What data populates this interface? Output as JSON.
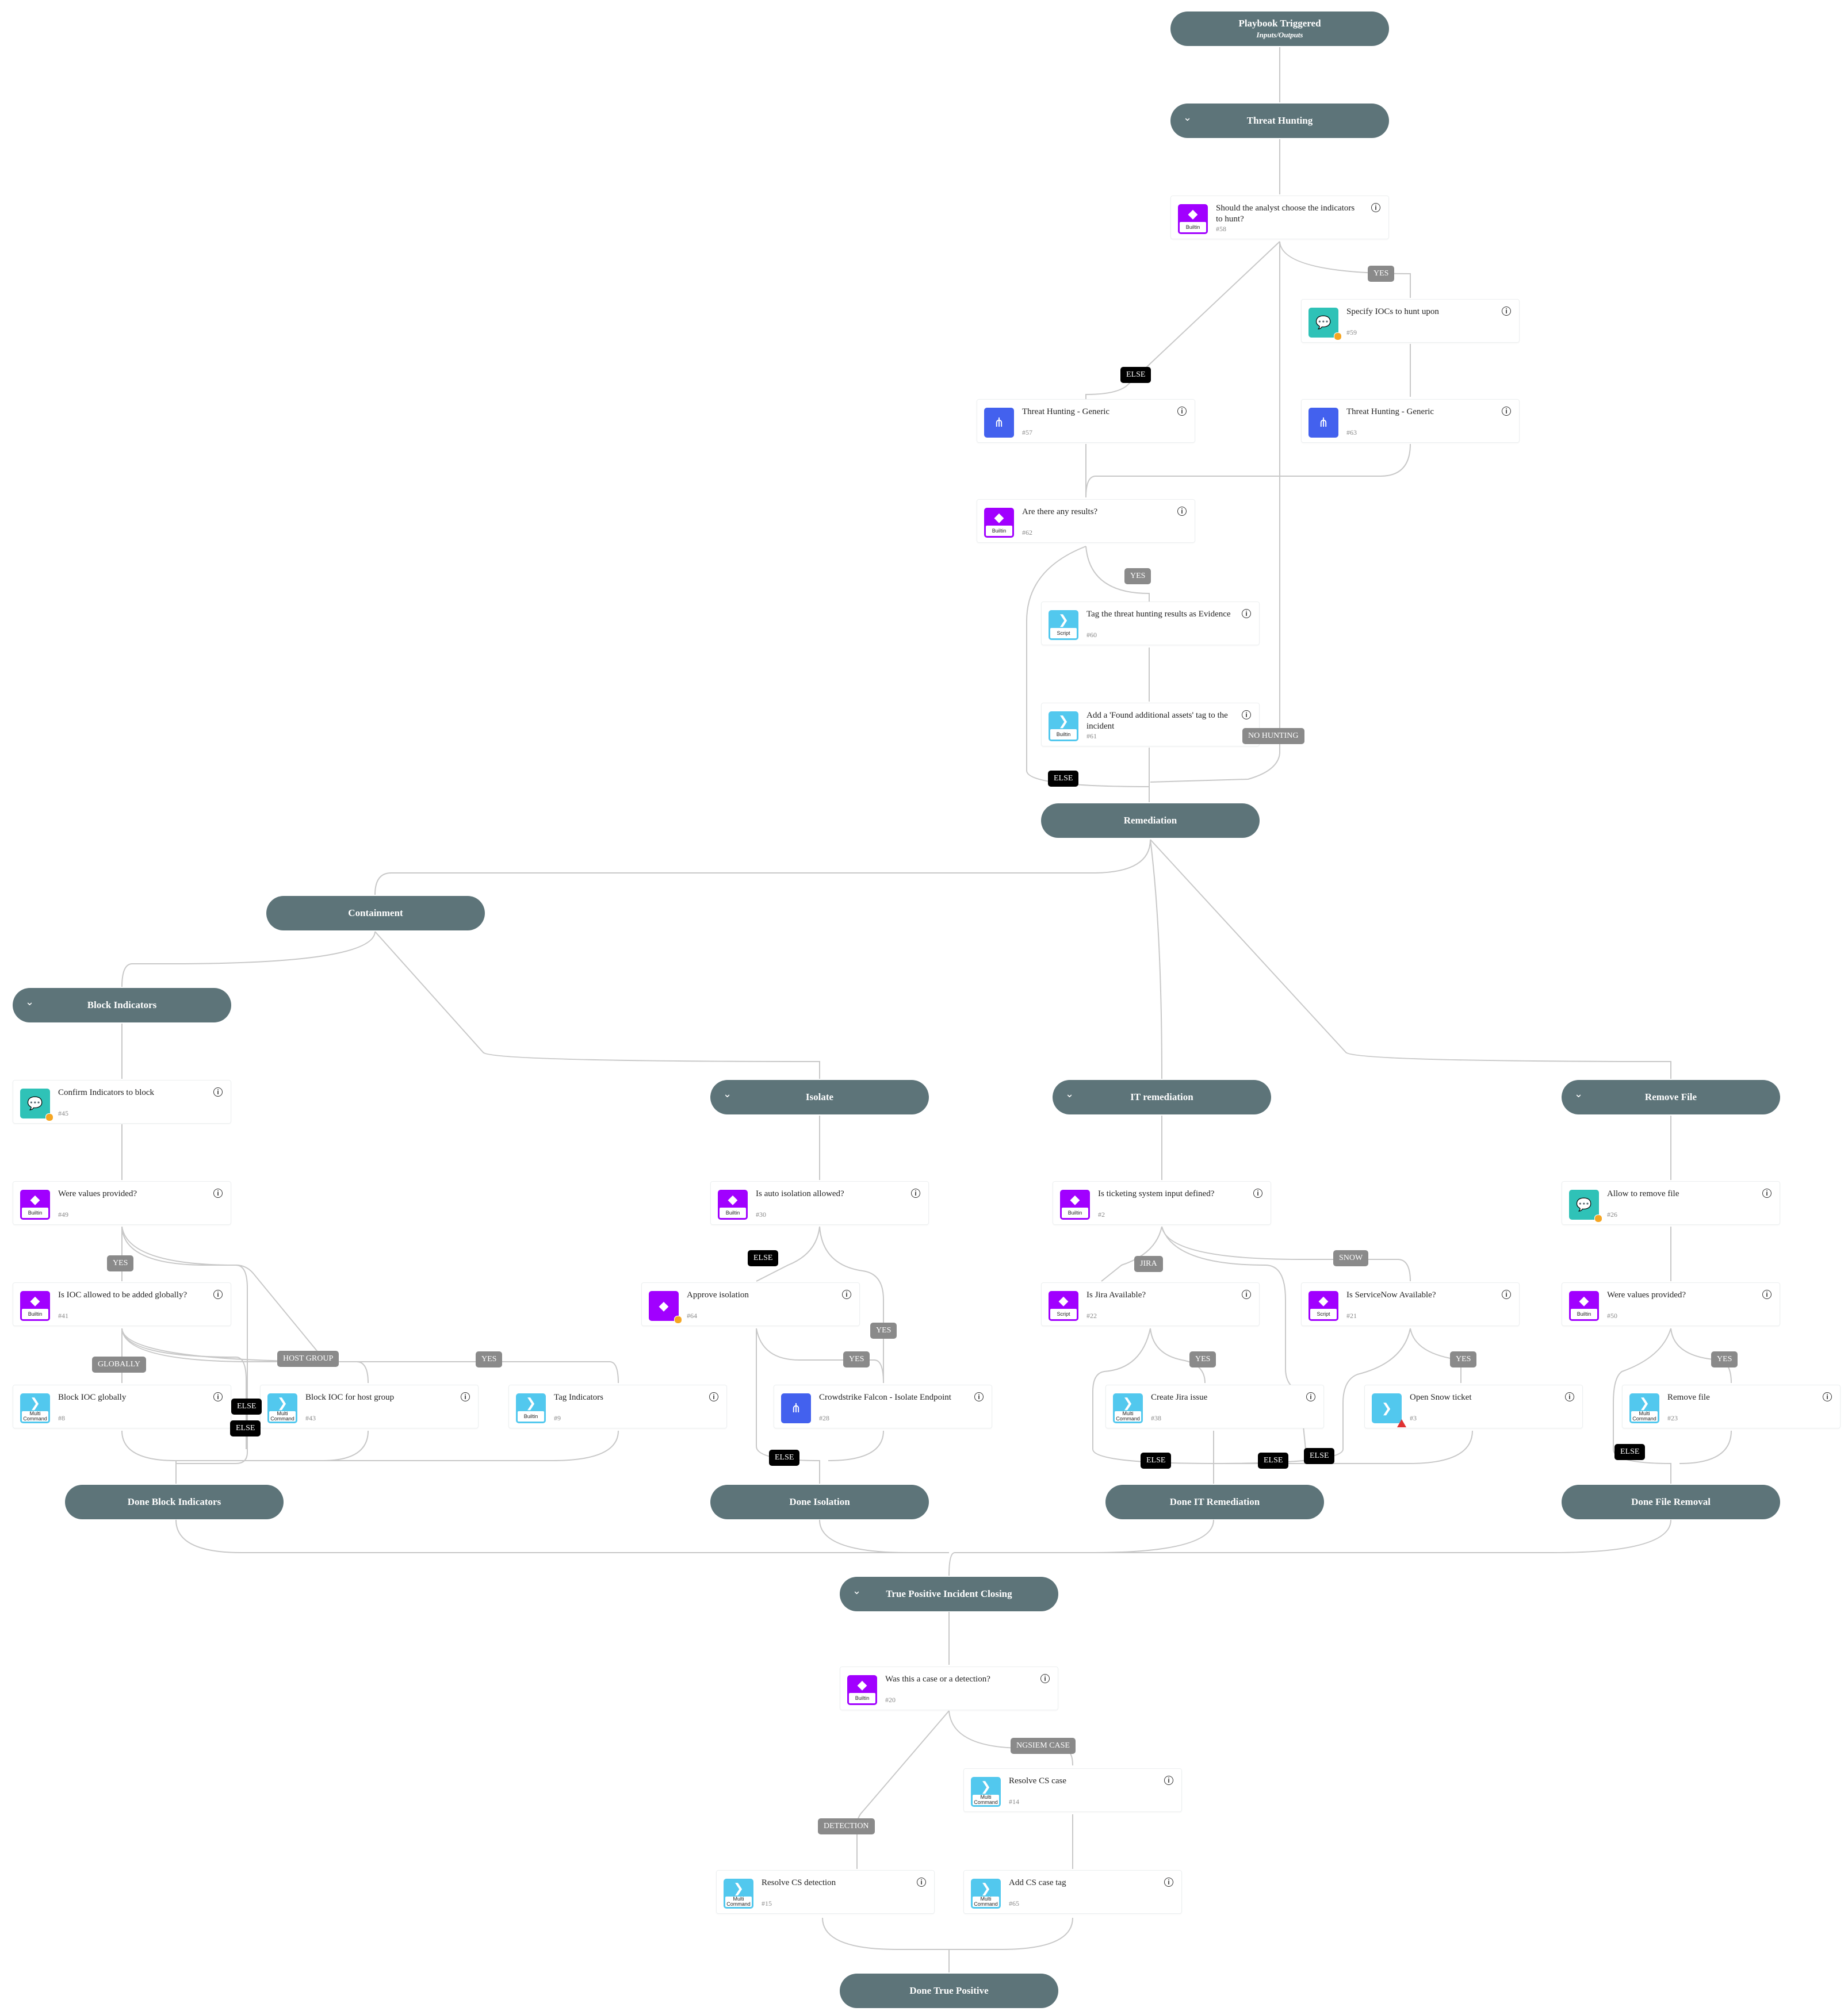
{
  "pills": {
    "start": {
      "title": "Playbook Triggered",
      "sub": "Inputs/Outputs"
    },
    "threat_hunting": "Threat Hunting",
    "remediation": "Remediation",
    "containment": "Containment",
    "block_indicators": "Block Indicators",
    "isolate": "Isolate",
    "it_remediation": "IT remediation",
    "remove_file": "Remove File",
    "done_block": "Done Block Indicators",
    "done_isolation": "Done Isolation",
    "done_it": "Done IT Remediation",
    "done_file": "Done File Removal",
    "tp_closing": "True Positive Incident Closing",
    "done_tp": "Done True Positive"
  },
  "chevron": "⌄",
  "info_glyph": "i",
  "icon_tags": {
    "builtin": "Builtin",
    "script": "Script",
    "multi": "Multi Command"
  },
  "tasks": {
    "t58": {
      "name": "Should the analyst choose the indicators to hunt?",
      "id": "#58"
    },
    "t59": {
      "name": "Specify IOCs to hunt upon",
      "id": "#59"
    },
    "t57": {
      "name": "Threat Hunting - Generic",
      "id": "#57"
    },
    "t63": {
      "name": "Threat Hunting - Generic",
      "id": "#63"
    },
    "t62": {
      "name": "Are there any results?",
      "id": "#62"
    },
    "t60": {
      "name": "Tag the threat hunting results as Evidence",
      "id": "#60"
    },
    "t61": {
      "name": "Add a 'Found additional assets' tag to the incident",
      "id": "#61"
    },
    "t45": {
      "name": "Confirm Indicators to block",
      "id": "#45"
    },
    "t49": {
      "name": "Were values provided?",
      "id": "#49"
    },
    "t41": {
      "name": "Is IOC allowed to be added globally?",
      "id": "#41"
    },
    "t8": {
      "name": "Block IOC globally",
      "id": "#8"
    },
    "t43": {
      "name": "Block IOC for host group",
      "id": "#43"
    },
    "t9": {
      "name": "Tag Indicators",
      "id": "#9"
    },
    "t30": {
      "name": "Is auto isolation allowed?",
      "id": "#30"
    },
    "t64": {
      "name": "Approve isolation",
      "id": "#64"
    },
    "t28": {
      "name": "Crowdstrike Falcon - Isolate Endpoint",
      "id": "#28"
    },
    "t2": {
      "name": "Is ticketing system input defined?",
      "id": "#2"
    },
    "t22": {
      "name": "Is Jira Available?",
      "id": "#22"
    },
    "t21": {
      "name": "Is ServiceNow Available?",
      "id": "#21"
    },
    "t38": {
      "name": "Create Jira issue",
      "id": "#38"
    },
    "t3": {
      "name": "Open Snow ticket",
      "id": "#3"
    },
    "t26": {
      "name": "Allow to remove file",
      "id": "#26"
    },
    "t50": {
      "name": "Were values provided?",
      "id": "#50"
    },
    "t23": {
      "name": "Remove file",
      "id": "#23"
    },
    "t20": {
      "name": "Was this a case or a detection?",
      "id": "#20"
    },
    "t14": {
      "name": "Resolve CS case",
      "id": "#14"
    },
    "t15": {
      "name": "Resolve CS detection",
      "id": "#15"
    },
    "t65": {
      "name": "Add CS case tag",
      "id": "#65"
    }
  },
  "labels": {
    "yes": "YES",
    "else": "ELSE",
    "no_hunting": "NO HUNTING",
    "globally": "GLOBALLY",
    "host_group": "HOST GROUP",
    "jira": "JIRA",
    "snow": "SNOW",
    "ngsiem_case": "NGSIEM CASE",
    "detection": "DETECTION"
  },
  "colors": {
    "pill": "#5d7479",
    "condition": "#a100ff",
    "multi_command": "#52c8ee",
    "sub_playbook": "#4361ee",
    "ask": "#2fc2b7",
    "label_grey": "#8a8a8a",
    "label_black": "#000000",
    "edge": "#c8c8c8"
  }
}
